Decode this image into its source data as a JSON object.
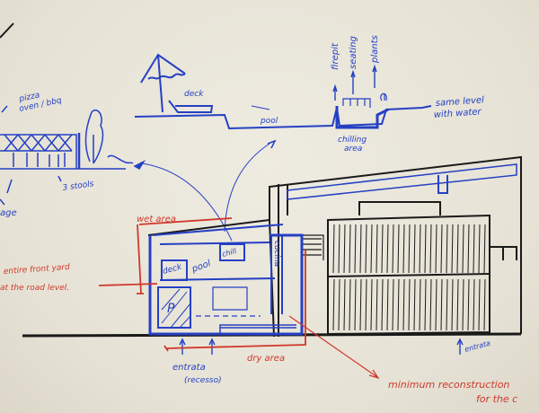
{
  "colors": {
    "paper": "#e8e4d8",
    "ink_blue": "#2540c4",
    "ink_red": "#d0382a",
    "ink_black": "#1a1a1a"
  },
  "labels_blue": {
    "pizza_oven": "pizza",
    "pizza_oven_2": "oven / bbq",
    "stools": "3 stools",
    "storage_partial": "age",
    "deck_top": "deck",
    "pool_top": "pool",
    "firepit": "firepit",
    "seating": "seating",
    "plants": "plants",
    "same_level_1": "same level",
    "same_level_2": "with water",
    "chilling_1": "chilling",
    "chilling_2": "area",
    "plan_deck": "deck",
    "plan_pool": "pool",
    "plan_chill": "chill",
    "plan_cucina": "cucina",
    "plan_parking": "P",
    "entrance_1": "entrata",
    "entrance_2": "(recesso)",
    "entrance_right": "entrata"
  },
  "labels_red": {
    "wet_area": "wet area",
    "front_yard_1": "entire front yard",
    "front_yard_2": "at the road level.",
    "dry_area": "dry area",
    "min_recon_1": "minimum reconstruction",
    "min_recon_2": "for the c"
  }
}
